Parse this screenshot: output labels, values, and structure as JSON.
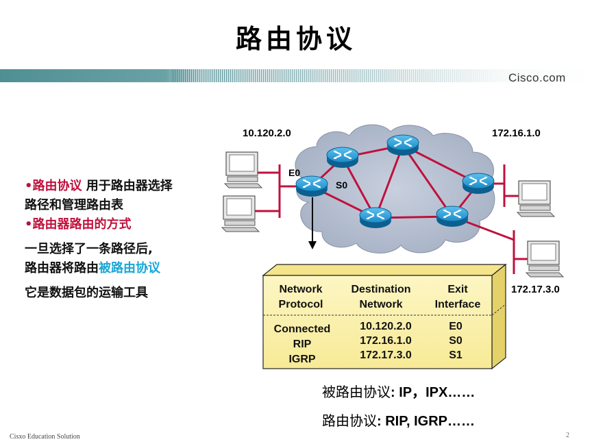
{
  "title": "路由协议",
  "brand": "Cisco.com",
  "networks": {
    "left_top": "10.120.2.0",
    "right_top": "172.16.1.0",
    "right_bottom": "172.17.3.0"
  },
  "ports": {
    "e0": "E0",
    "s0": "S0"
  },
  "bullets": {
    "b1_prefix": "•",
    "b1_highlight": "路由协议",
    "b1_rest_line1": " 用于路由器选择",
    "b1_line2": "路径和管理路由表",
    "b2_prefix": "•",
    "b2_highlight": "路由器路由的方式",
    "b3_line1": "一旦选择了一条路径后,",
    "b3_line2_start": "路由器将路由",
    "b3_line2_highlight": "被路由协议",
    "b4": "它是数据包的运输工具"
  },
  "table": {
    "headers": [
      {
        "line1": "Network",
        "line2": "Protocol"
      },
      {
        "line1": "Destination",
        "line2": "Network"
      },
      {
        "line1": "Exit",
        "line2": "Interface"
      }
    ],
    "rows": [
      {
        "protocol": "Connected",
        "network": "10.120.2.0",
        "interface": "E0"
      },
      {
        "protocol": "RIP",
        "network": "172.16.1.0",
        "interface": "S0"
      },
      {
        "protocol": "IGRP",
        "network": "172.17.3.0",
        "interface": "S1"
      }
    ]
  },
  "routed_protocols": {
    "label": "被路由协议",
    "value": ": IP，IPX……"
  },
  "routing_protocols": {
    "label": "路由协议",
    "value": ": RIP, IGRP……"
  },
  "footer": "Cisxo Education Solution",
  "page_number": "2",
  "colors": {
    "accent_red": "#c0103c",
    "accent_cyan": "#19a7d6",
    "band_teal": "#4f8f94",
    "table_fill": "#fbf2b2",
    "router_blue": "#1a8cc8",
    "cloud_fill": "#b5bfd1",
    "link_red": "#c0103c"
  },
  "icons": [
    "router-icon",
    "pc-icon",
    "cloud-shape",
    "arrow-down-icon"
  ]
}
